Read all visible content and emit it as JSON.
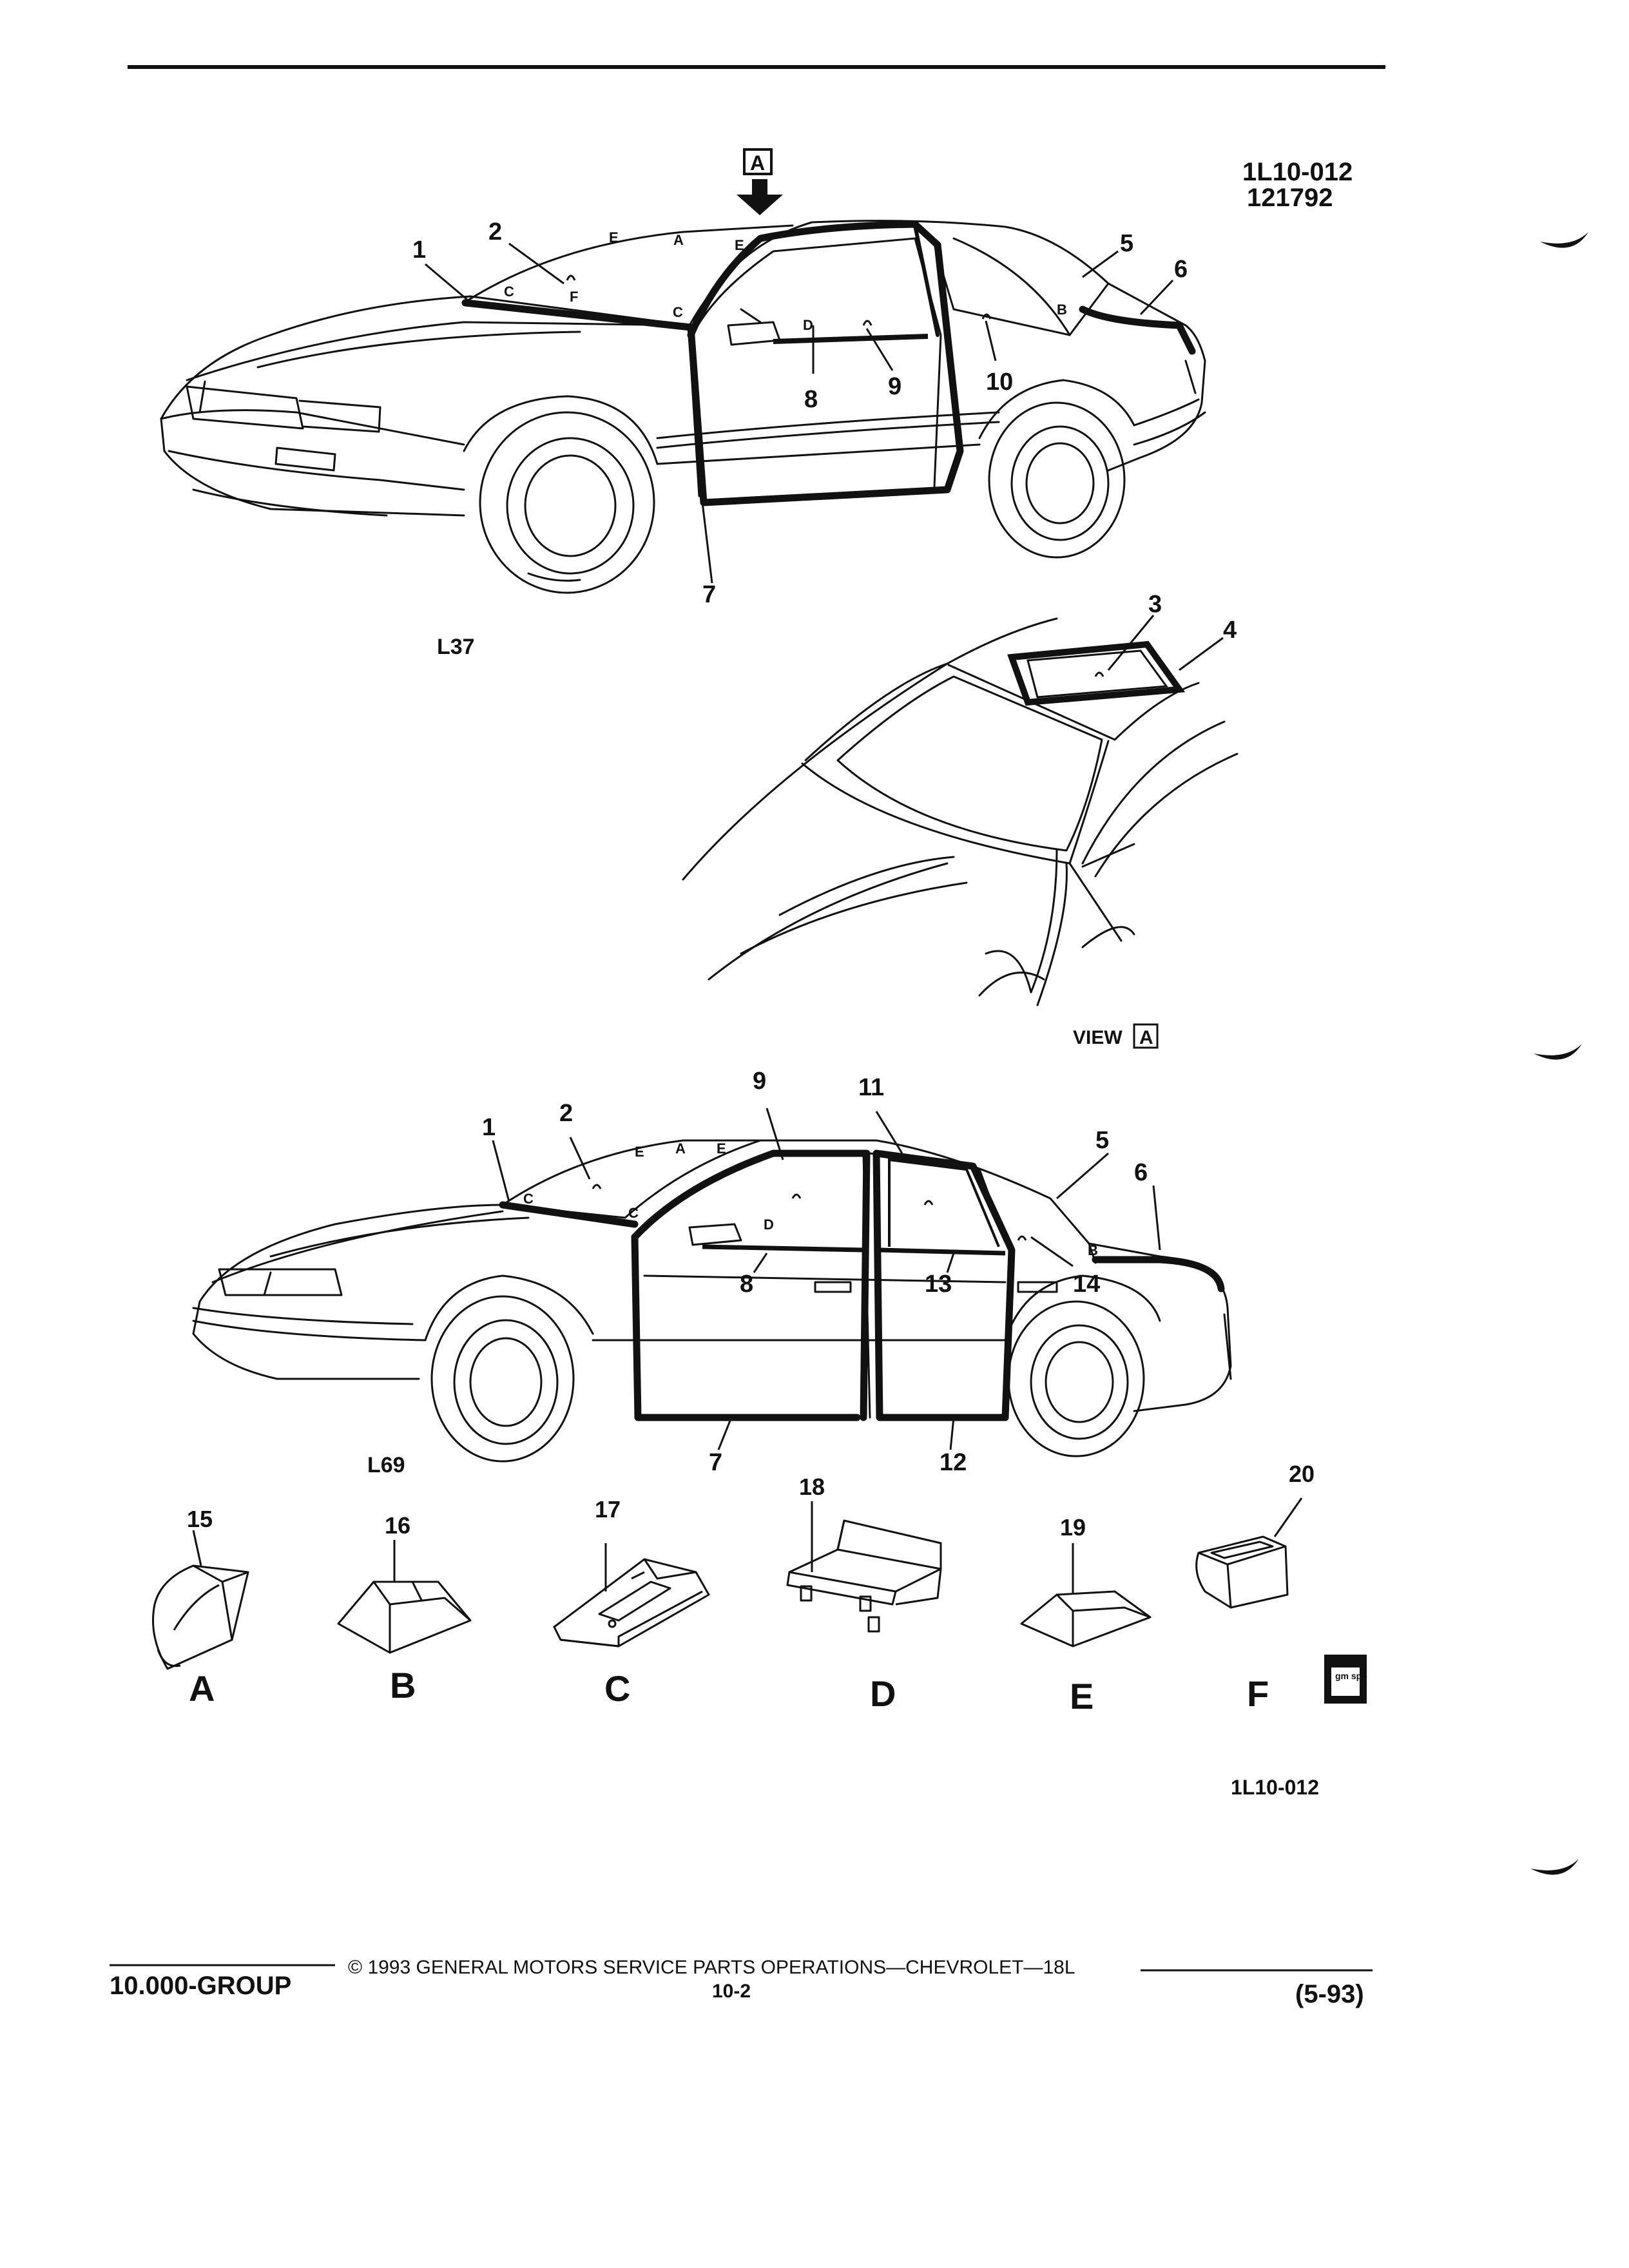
{
  "header": {
    "figure_id": "1L10-012",
    "figure_date": "121792",
    "view_marker": "A"
  },
  "coupe": {
    "model_code": "L37",
    "roof_letters": [
      "E",
      "A",
      "E"
    ],
    "clip_letters": [
      "C",
      "F",
      "C",
      "D",
      "B"
    ],
    "callouts": [
      "1",
      "2",
      "5",
      "6",
      "7",
      "8",
      "9",
      "10"
    ]
  },
  "view_a": {
    "label": "VIEW",
    "marker": "A",
    "callouts": [
      "3",
      "4"
    ]
  },
  "sedan": {
    "model_code": "L69",
    "roof_letters": [
      "E",
      "A",
      "E"
    ],
    "clip_letters": [
      "C",
      "C",
      "D",
      "B"
    ],
    "callouts": [
      "1",
      "2",
      "9",
      "11",
      "5",
      "6",
      "8",
      "13",
      "14",
      "7",
      "12"
    ]
  },
  "clips": [
    {
      "number": "15",
      "letter": "A"
    },
    {
      "number": "16",
      "letter": "B"
    },
    {
      "number": "17",
      "letter": "C"
    },
    {
      "number": "18",
      "letter": "D"
    },
    {
      "number": "19",
      "letter": "E"
    },
    {
      "number": "20",
      "letter": "F"
    }
  ],
  "logo_text": "gm spo",
  "figure_ref": "1L10-012",
  "footer": {
    "copyright": "© 1993 GENERAL MOTORS SERVICE PARTS OPERATIONS—CHEVROLET—18L",
    "group": "10.000-GROUP",
    "page": "10-2",
    "date": "(5-93)"
  }
}
